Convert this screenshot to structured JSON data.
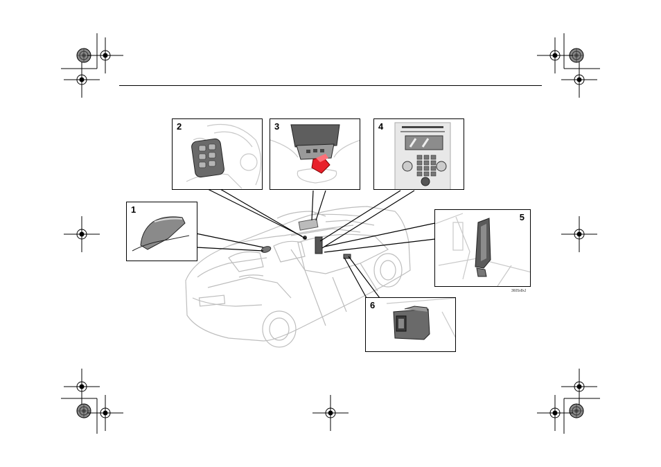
{
  "figure": {
    "callouts": [
      {
        "id": 1,
        "label": "1"
      },
      {
        "id": 2,
        "label": "2"
      },
      {
        "id": 3,
        "label": "3"
      },
      {
        "id": 4,
        "label": "4"
      },
      {
        "id": 5,
        "label": "5"
      },
      {
        "id": 6,
        "label": "6"
      }
    ],
    "image_code": "3605x8xJ"
  },
  "colors": {
    "outline": "#000000",
    "car_line": "#b8b8b8",
    "component_dark": "#5a5a5a",
    "highlight_red": "#e8202a"
  },
  "icons": [
    "registration-mark-icon",
    "color-target-icon"
  ]
}
